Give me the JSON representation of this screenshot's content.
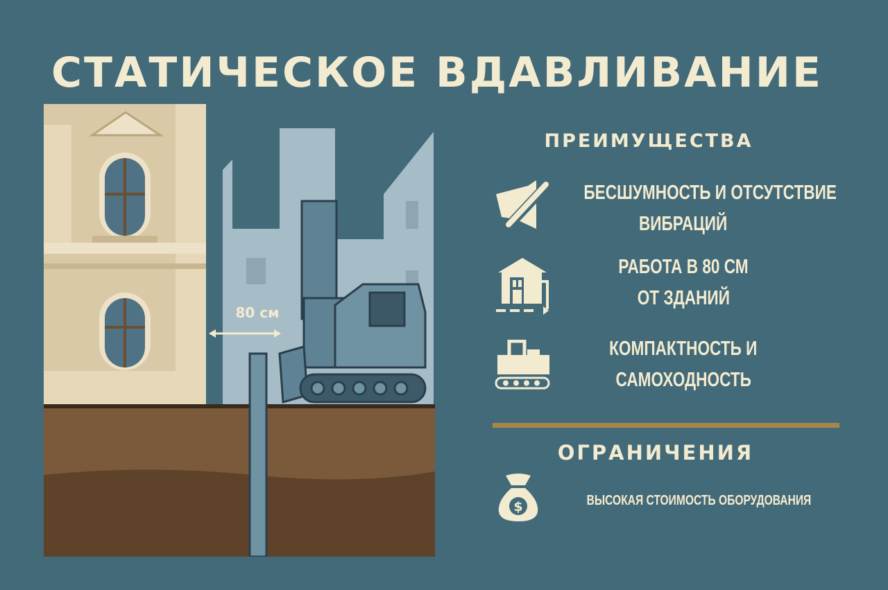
{
  "title": "СТАТИЧЕСКОЕ ВДАВЛИВАНИЕ",
  "illustration": {
    "distance_label": "80 см"
  },
  "advantages": {
    "heading": "ПРЕИМУЩЕСТВА",
    "items": [
      {
        "icon": "mute-speaker-icon",
        "line1": "БЕСШУМНОСТЬ И ОТСУТСТВИЕ",
        "line2": "ВИБРАЦИЙ"
      },
      {
        "icon": "building-distance-icon",
        "line1": "РАБОТА В 80 СМ",
        "line2": "ОТ ЗДАНИЙ"
      },
      {
        "icon": "crawler-machine-icon",
        "line1": "КОМПАКТНОСТЬ И",
        "line2": "САМОХОДНОСТЬ"
      }
    ]
  },
  "limitations": {
    "heading": "ОГРАНИЧЕНИЯ",
    "items": [
      {
        "icon": "money-bag-icon",
        "text": "ВЫСОКАЯ СТОИМОСТЬ ОБОРУДОВАНИЯ",
        "symbol": "$"
      }
    ]
  },
  "colors": {
    "background": "#436a79",
    "text": "#f3ebd0",
    "divider": "#a8864a"
  }
}
